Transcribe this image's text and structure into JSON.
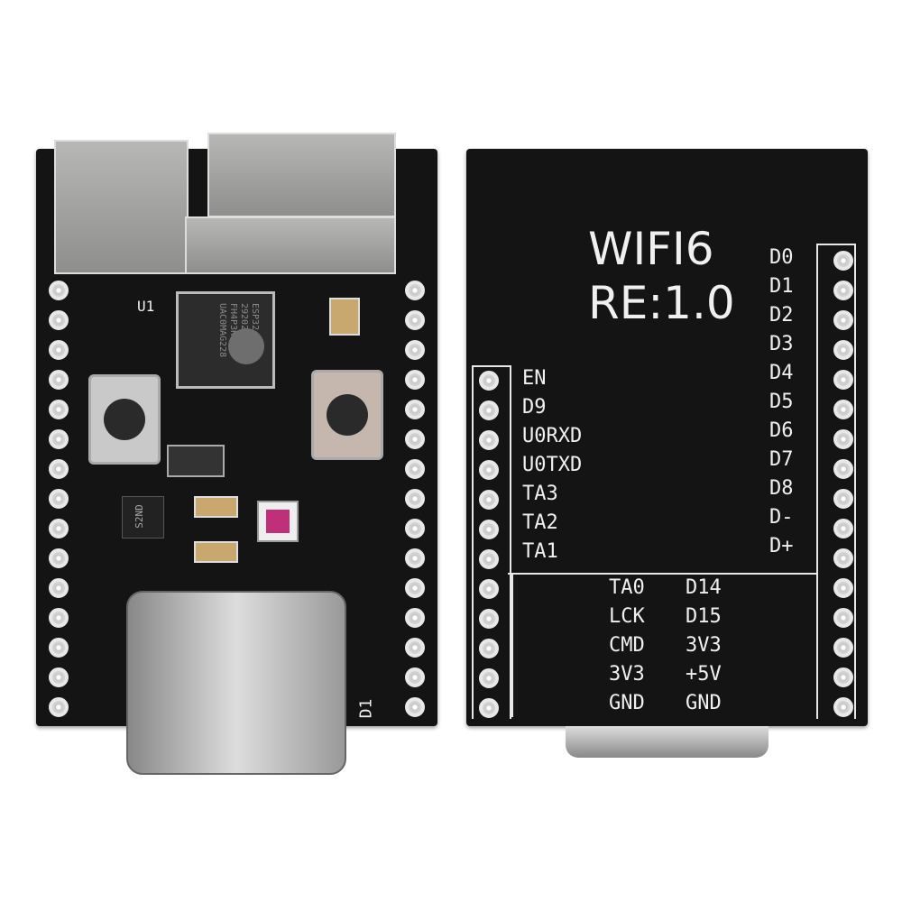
{
  "front": {
    "chip_marking": [
      "ESP32-C6",
      "292023",
      "FH4P3K5174",
      "UAC0MAG228"
    ],
    "labels": {
      "u1": "U1",
      "d1": "D1",
      "regulator": "S2ND"
    }
  },
  "back": {
    "title": "WIFI6",
    "revision": "RE:1.0",
    "left_pins": [
      "EN",
      "D9",
      "U0RXD",
      "U0TXD",
      "TA3",
      "TA2",
      "TA1"
    ],
    "right_pins": [
      "D0",
      "D1",
      "D2",
      "D3",
      "D4",
      "D5",
      "D6",
      "D7",
      "D8",
      "D-",
      "D+"
    ],
    "bottom_rows": [
      [
        "TA0",
        "D14"
      ],
      [
        "LCK",
        "D15"
      ],
      [
        "CMD",
        "3V3"
      ],
      [
        "3V3",
        "+5V"
      ],
      [
        "GND",
        "GND"
      ]
    ]
  },
  "colors": {
    "pcb": "#141414",
    "silkscreen": "#f0f0f0",
    "metal": "#a8a8a6"
  }
}
